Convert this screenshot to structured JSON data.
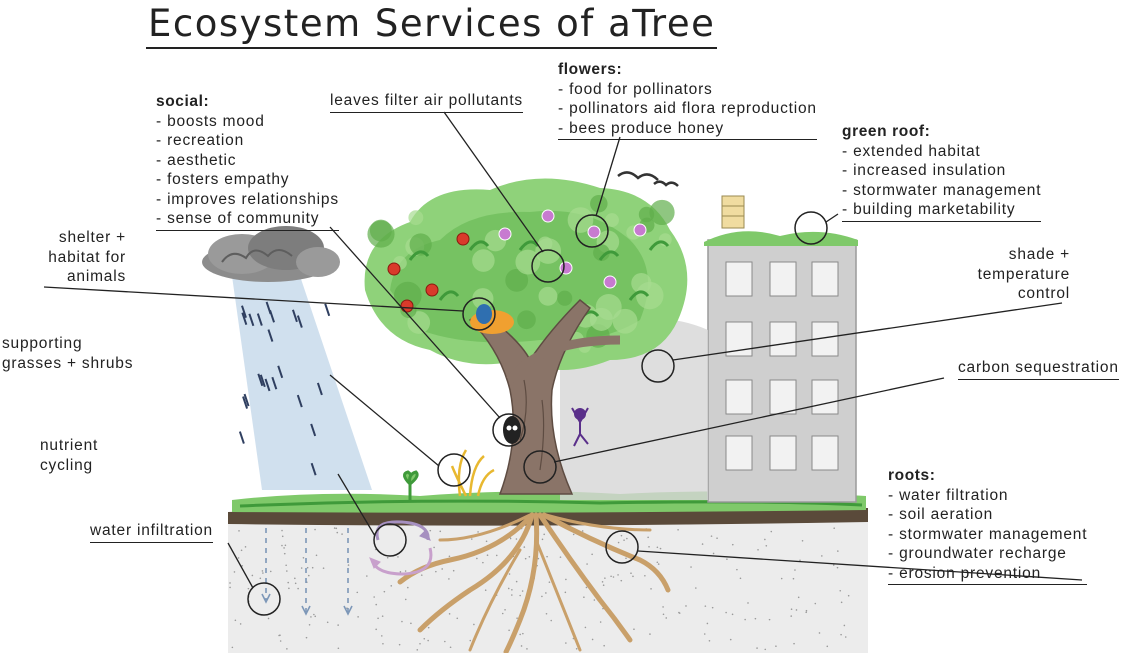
{
  "title": "Ecosystem Services of aTree",
  "groups": {
    "social": {
      "heading": "social:",
      "items": [
        "- boosts mood",
        "- recreation",
        "- aesthetic",
        "- fosters empathy",
        "- improves relationships",
        "- sense of community"
      ]
    },
    "flowers": {
      "heading": "flowers:",
      "items": [
        "- food for pollinators",
        "- pollinators aid flora reproduction",
        "- bees produce honey"
      ]
    },
    "green_roof": {
      "heading": "green roof:",
      "items": [
        "- extended habitat",
        "- increased insulation",
        "- stormwater management",
        "- building marketability"
      ]
    },
    "roots": {
      "heading": "roots:",
      "items": [
        "- water filtration",
        "- soil aeration",
        "- stormwater management",
        "- groundwater recharge",
        "- erosion prevention"
      ]
    }
  },
  "labels": {
    "leaves": "leaves filter air pollutants",
    "shelter": [
      "shelter +",
      "habitat for",
      "animals"
    ],
    "supporting": [
      "supporting",
      "grasses + shrubs"
    ],
    "nutrient": [
      "nutrient",
      "cycling"
    ],
    "water": "water infiltration",
    "shade": [
      "shade +",
      "temperature",
      "control"
    ],
    "carbon": "carbon sequestration"
  },
  "colors": {
    "leaf": "#7fc96a",
    "leaf_dark": "#3f9a3a",
    "trunk": "#8a7468",
    "building": "#cfcfcf",
    "rain": "#a9c6e0",
    "cloud": "#8c8c8c",
    "soil": "#5a4a3a",
    "ground": "#e6e6e6",
    "root": "#c9a06a",
    "flower": "#c77ad0",
    "apple": "#d93a2b"
  }
}
